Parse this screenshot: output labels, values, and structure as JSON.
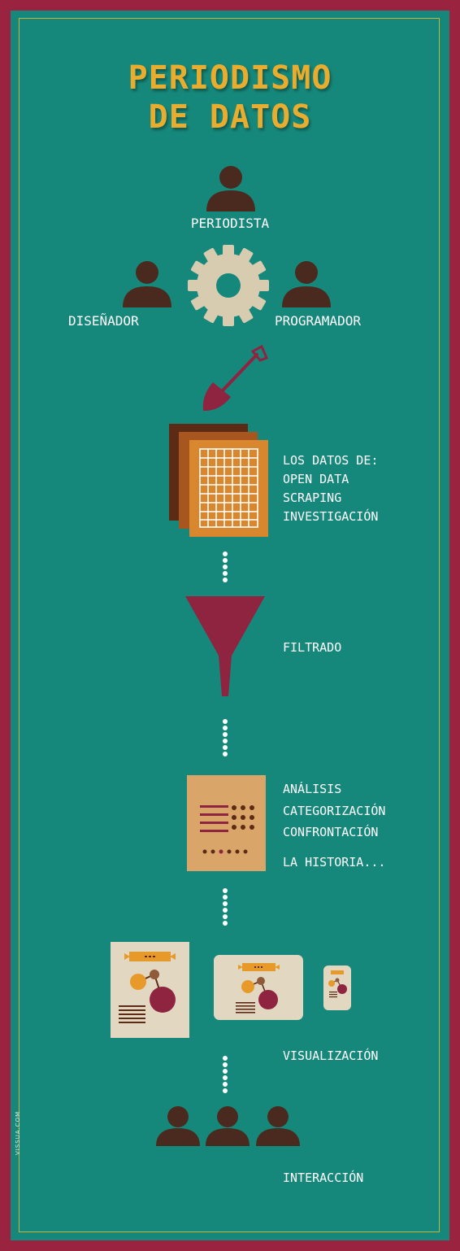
{
  "title": {
    "line1": "PERIODISMO",
    "line2": "DE DATOS"
  },
  "roles": {
    "top": "PERIODISTA",
    "left": "DISEÑADOR",
    "right": "PROGRAMADOR"
  },
  "steps": {
    "data": {
      "line1": "LOS DATOS DE:",
      "line2": "OPEN DATA",
      "line3": "SCRAPING",
      "line4": "INVESTIGACIÓN"
    },
    "filter": "FILTRADO",
    "analysis": {
      "line1": "ANÁLISIS",
      "line2": "CATEGORIZACIÓN",
      "line3": "CONFRONTACIÓN",
      "line4": "LA HISTORIA..."
    },
    "visualization": "VISUALIZACIÓN",
    "interaction": "INTERACCIÓN"
  },
  "watermark": "VISSUA.COM",
  "colors": {
    "background": "#16887b",
    "frame": "#9a2440",
    "title": "#e8ad2e",
    "person": "#4a2a1e",
    "gear": "#d8ccb0",
    "accent": "#8e2440",
    "orange": "#e79a2a"
  },
  "icons": [
    "person-icon",
    "gear-icon",
    "shovel-icon",
    "spreadsheet-icon",
    "funnel-icon",
    "report-icon",
    "poster-icon",
    "tablet-icon",
    "phone-icon",
    "audience-icon"
  ]
}
